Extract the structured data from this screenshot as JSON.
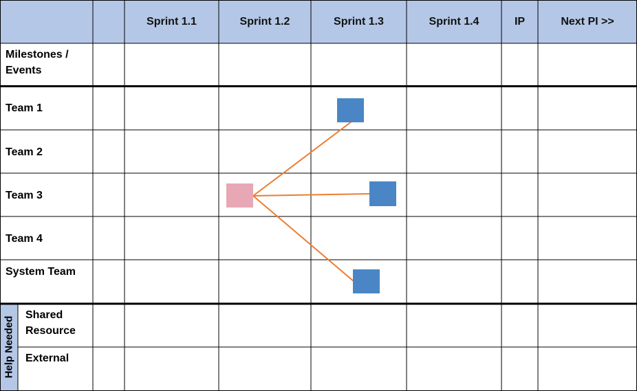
{
  "header": {
    "columns": [
      "Sprint 1.1",
      "Sprint 1.2",
      "Sprint 1.3",
      "Sprint 1.4",
      "IP",
      "Next PI >>"
    ]
  },
  "rows": {
    "milestones": "Milestones /\nEvents",
    "team1": "Team 1",
    "team2": "Team 2",
    "team3": "Team 3",
    "team4": "Team 4",
    "system_team": "System Team"
  },
  "help_needed": {
    "label": "Help Needed",
    "shared_resource": "Shared\nResource",
    "external": "External"
  },
  "colors": {
    "header_fill": "#b4c7e7",
    "feature_blue": "#4a86c5",
    "feature_pink": "#e8a7b5",
    "dependency_line": "#ed7d31",
    "grid_line": "#000000"
  }
}
